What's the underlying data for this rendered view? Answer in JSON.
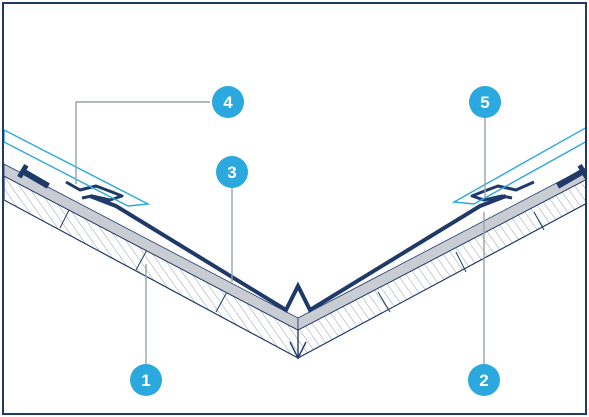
{
  "figure": {
    "colors": {
      "frame": "#1f3a68",
      "steel": "#1f3a68",
      "underlay": "#c9ccd2",
      "tile_outline": "#2ba8dd",
      "hatch": "#7d8794",
      "leader": "#9aa1aa",
      "badge": "#2ba8dd"
    },
    "icons": [
      "screw-icon",
      "screw-icon"
    ],
    "callouts": [
      {
        "label": "1"
      },
      {
        "label": "2"
      },
      {
        "label": "3"
      },
      {
        "label": "4"
      },
      {
        "label": "5"
      }
    ]
  }
}
